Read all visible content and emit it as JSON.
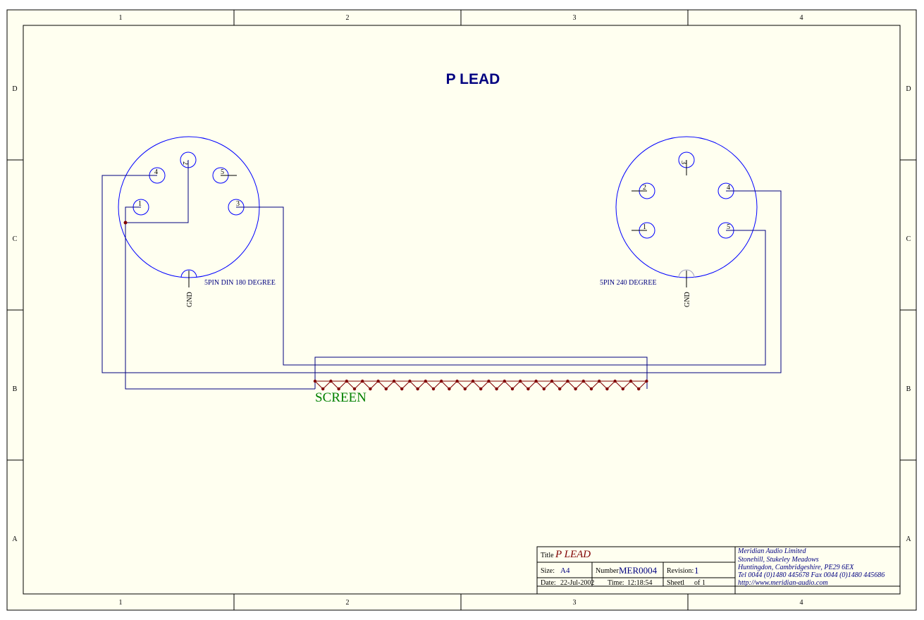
{
  "schematic": {
    "title": "P LEAD",
    "screen_label": "SCREEN",
    "zone_columns": [
      "1",
      "2",
      "3",
      "4"
    ],
    "zone_rows": [
      "D",
      "C",
      "B",
      "A"
    ]
  },
  "left_connector": {
    "label": "5PIN DIN 180 DEGREE",
    "gnd_label": "GND",
    "pins": [
      "1",
      "2",
      "3",
      "4",
      "5"
    ]
  },
  "right_connector": {
    "label": "5PIN 240 DEGREE",
    "gnd_label": "GND",
    "pins": [
      "1",
      "2",
      "3",
      "4",
      "5"
    ]
  },
  "title_block": {
    "title_label": "Title",
    "title_value": "P LEAD",
    "size_label": "Size:",
    "size_value": "A4",
    "number_label": "Number",
    "number_value": "MER0004",
    "revision_label": "Revision:",
    "revision_value": "1",
    "date_label": "Date:",
    "date_value": "22-Jul-2002",
    "time_label": "Time:",
    "time_value": "12:18:54",
    "sheet_label": "Sheet",
    "sheet_value": "1",
    "of_label": "of",
    "of_value": "1",
    "company": [
      "Meridian Audio Limited",
      "Stonehill, Stukeley Meadows",
      "Huntingdon, Cambridgeshire, PE29 6EX",
      "Tel 0044 (0)1480 445678 Fax 0044 (0)1480 445686",
      "http://www.meridian-audio.com"
    ]
  },
  "colors": {
    "sheet_background": "#fffff0",
    "wire": "#000080",
    "connector": "#0000ff",
    "junction": "#800000",
    "screen_text": "#008000"
  }
}
